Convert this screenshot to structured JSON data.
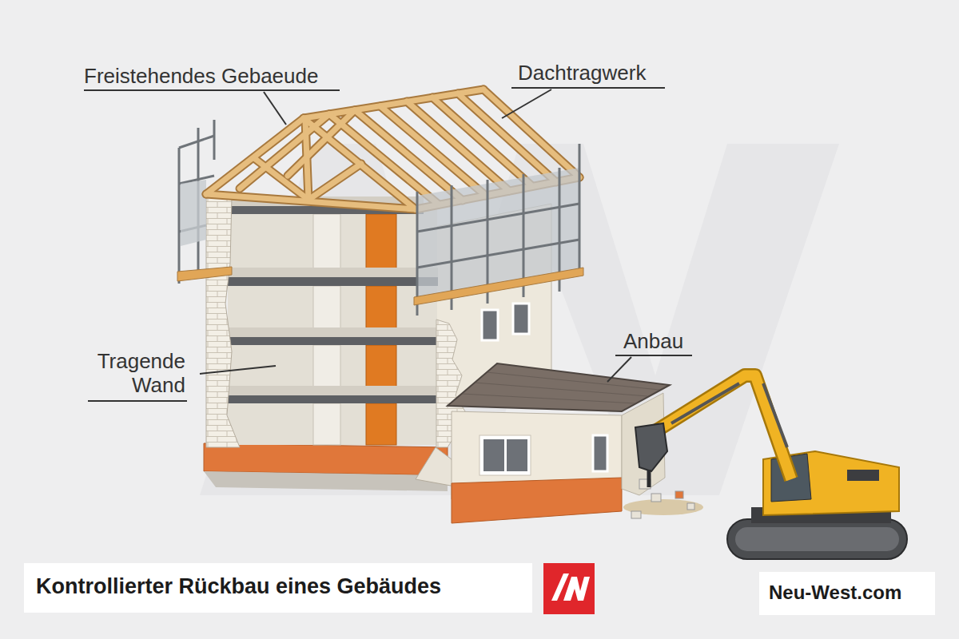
{
  "diagram": {
    "title": "Kontrollierter Rückbau eines Gebäudes",
    "labels": [
      "Freistehendes Gebaeude",
      "Dachtragwerk",
      "Tragende Wand",
      "Anbau",
      "Neu-West.com"
    ]
  }
}
